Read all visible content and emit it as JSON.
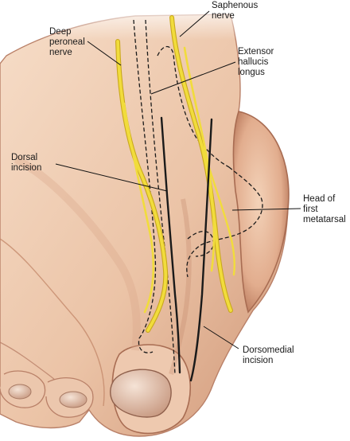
{
  "labels": {
    "deep_peroneal": "Deep\nperoneal\nnerve",
    "saphenous": "Saphenous\nnerve",
    "extensor": "Extensor\nhallucis\nlongus",
    "dorsal_incision": "Dorsal\nincision",
    "head_metatarsal": "Head of\nfirst\nmetatarsal",
    "dorsomedial": "Dorsomedial\nincision"
  },
  "colors": {
    "skin": "#e9c0a2",
    "skin_shadow": "#c98e6e",
    "skin_dark": "#a86c52",
    "nerve": "#f1dc3c",
    "nerve_edge": "#c9a81c",
    "incision": "#1a1a1a",
    "leader": "#111111"
  }
}
